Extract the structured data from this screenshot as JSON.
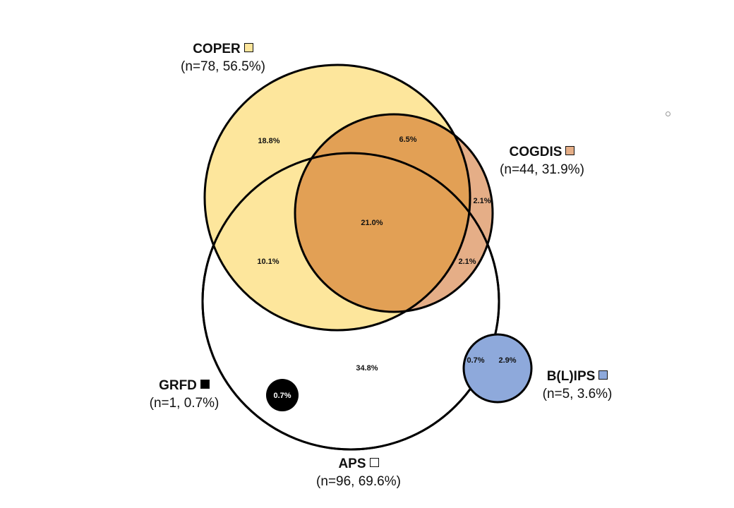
{
  "sets": [
    {
      "key": "coper",
      "name": "COPER",
      "count": "(n=78, 56.5%)",
      "color": "#FDE69C"
    },
    {
      "key": "cogdis",
      "name": "COGDIS",
      "count": "(n=44, 31.9%)",
      "color": "#E5AE87"
    },
    {
      "key": "aps",
      "name": "APS",
      "count": "(n=96, 69.6%)",
      "color": "#FFFFFF"
    },
    {
      "key": "blips",
      "name": "B(L)IPS",
      "count": "(n=5, 3.6%)",
      "color": "#8EA9DB"
    },
    {
      "key": "grfd",
      "name": "GRFD",
      "count": "(n=1, 0.7%)",
      "color": "#000000"
    }
  ],
  "regions": {
    "coper_only": "18.8%",
    "coper_cogdis": "6.5%",
    "cogdis_only": "2.1%",
    "coper_cogdis_aps": "21.0%",
    "coper_aps": "10.1%",
    "cogdis_aps": "2.1%",
    "aps_only": "34.8%",
    "blips_aps": "0.7%",
    "blips_only": "2.9%",
    "grfd_aps": "0.7%"
  },
  "overlap_color": "#E2A055"
}
